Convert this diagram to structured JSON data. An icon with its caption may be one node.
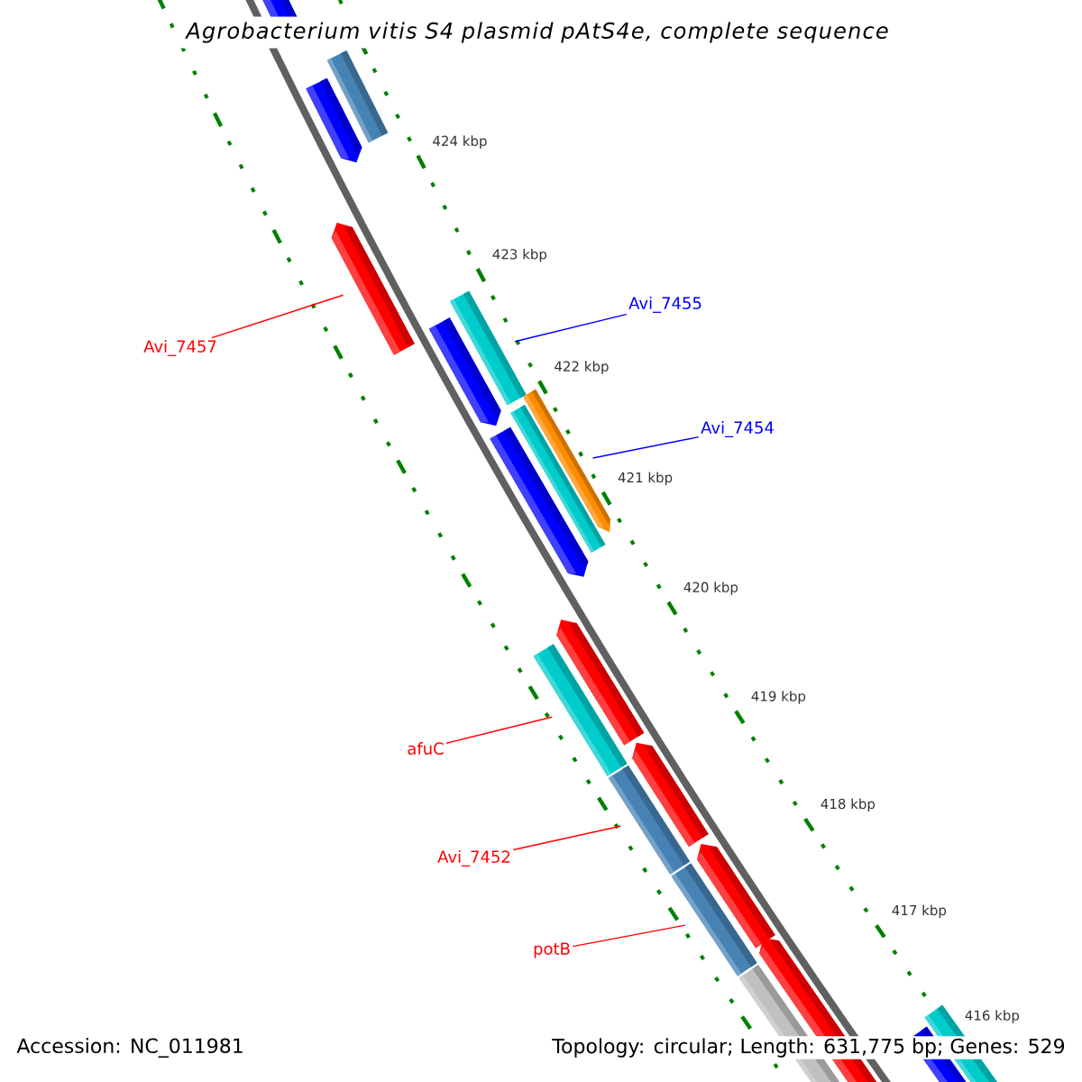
{
  "diagram": {
    "title": "Agrobacterium vitis S4 plasmid pAtS4e, complete sequence",
    "nodes": [
      {
        "text": [
          "Avi_7455"
        ]
      },
      {
        "text": [],
        "shape": "bar"
      },
      {
        "text": [
          "Avi_7454"
        ]
      },
      {
        "text": [],
        "shape": "bar"
      },
      {
        "text": [
          "Avi_7457"
        ]
      },
      {
        "text": [],
        "shape": "bar"
      },
      {
        "text": [
          "afuC"
        ]
      },
      {
        "text": [],
        "shape": "bar"
      },
      {
        "text": [
          "Avi_7452"
        ]
      },
      {
        "text": [],
        "shape": "bar"
      },
      {
        "text": [
          "potB"
        ]
      },
      {
        "text": [],
        "shape": "bar"
      }
    ],
    "edges": [
      {
        "from": 0,
        "to": 1,
        "arrow": "none",
        "color": "#0000ff"
      },
      {
        "from": 2,
        "to": 3,
        "arrow": "none",
        "color": "#0000ff"
      },
      {
        "from": 4,
        "to": 5,
        "arrow": "none"
      },
      {
        "from": 6,
        "to": 7,
        "arrow": "none"
      },
      {
        "from": 8,
        "to": 9,
        "arrow": "none"
      },
      {
        "from": 10,
        "to": 11,
        "arrow": "none"
      }
    ],
    "labels": [
      "424 kbp",
      "423 kbp",
      "422 kbp",
      "421 kbp",
      "420 kbp",
      "419 kbp",
      "418 kbp",
      "417 kbp",
      "416 kbp",
      "Accession: NC_011981",
      "Topology: circular; Length: 631,775 bp; Genes: 529"
    ]
  }
}
